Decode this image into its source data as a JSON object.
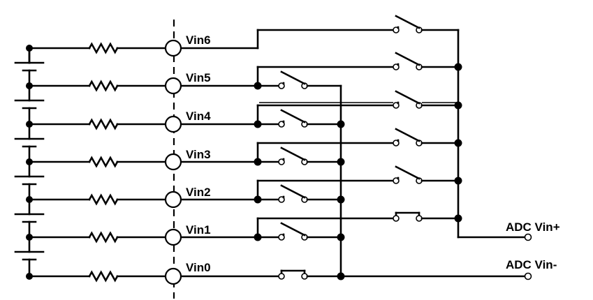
{
  "diagram": {
    "input_labels": [
      "Vin6",
      "Vin5",
      "Vin4",
      "Vin3",
      "Vin2",
      "Vin1",
      "Vin0"
    ],
    "output_labels": {
      "positive": "ADC Vin+",
      "negative": "ADC Vin-"
    }
  }
}
